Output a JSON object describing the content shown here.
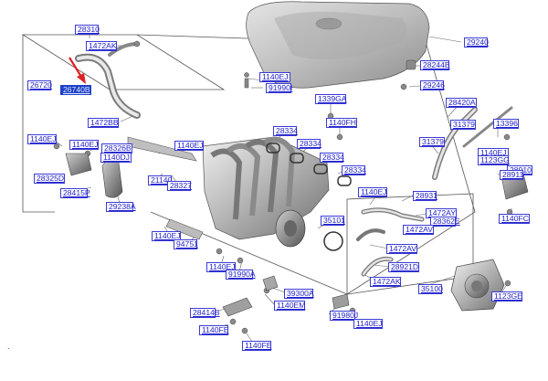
{
  "part_labels": [
    "28310",
    "1472AK",
    "26720",
    "26740B",
    "1472BB",
    "29240",
    "28244B",
    "29246",
    "1140EJ",
    "91990I",
    "1339GA",
    "1140FH",
    "28334",
    "28334",
    "28334",
    "28334",
    "28420A",
    "31379",
    "13396",
    "31379",
    "1140EJ",
    "1123GG",
    "28910",
    "28911",
    "1140FC",
    "1140EJ",
    "1140EJ",
    "28326B",
    "1140DJ",
    "1140EJ",
    "28325D",
    "28415P",
    "21140",
    "28327",
    "29238A",
    "28931",
    "1140EJ",
    "35101",
    "1472AY",
    "28362E",
    "1472AV",
    "1472AV",
    "28921D",
    "1472AK",
    "1140EJ",
    "94751",
    "1140EJ",
    "91990A",
    "35100",
    "1123GE",
    "39300A",
    "1140EM",
    "28414B",
    "1140FE",
    "1140FE",
    "91980J",
    "1140EJ"
  ],
  "highlighted_part": "26740B",
  "colors": {
    "label_text": "#2222cc",
    "label_border": "#3b3bd6",
    "highlight_fill": "#1e40c8",
    "callout_arrow": "#e02020"
  },
  "icons": [
    "pointer-arrow-icon"
  ]
}
